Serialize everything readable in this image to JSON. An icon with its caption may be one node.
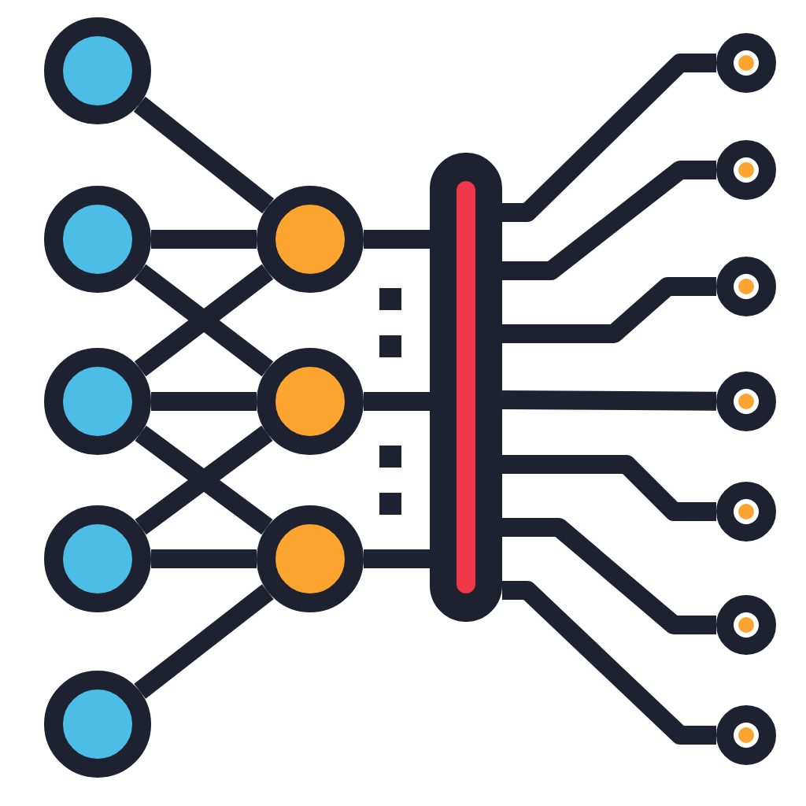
{
  "diagram": {
    "nodes": [
      {
        "text": [],
        "shape": "circle"
      },
      {
        "text": [],
        "shape": "circle"
      },
      {
        "text": [],
        "shape": "circle"
      },
      {
        "text": [],
        "shape": "circle"
      },
      {
        "text": [],
        "shape": "circle"
      },
      {
        "text": [],
        "shape": "circle"
      },
      {
        "text": [],
        "shape": "circle"
      },
      {
        "text": [],
        "shape": "circle"
      },
      {
        "text": [],
        "shape": "bar"
      },
      {
        "text": [],
        "shape": "circle"
      },
      {
        "text": [],
        "shape": "circle"
      },
      {
        "text": [],
        "shape": "circle"
      },
      {
        "text": [],
        "shape": "circle"
      },
      {
        "text": [],
        "shape": "circle"
      },
      {
        "text": [],
        "shape": "circle"
      },
      {
        "text": [],
        "shape": "circle"
      }
    ],
    "edges": [
      {
        "from": 0,
        "to": 5,
        "arrow": "none"
      },
      {
        "from": 1,
        "to": 5,
        "arrow": "none"
      },
      {
        "from": 1,
        "to": 6,
        "arrow": "none"
      },
      {
        "from": 2,
        "to": 5,
        "arrow": "none"
      },
      {
        "from": 2,
        "to": 6,
        "arrow": "none"
      },
      {
        "from": 2,
        "to": 7,
        "arrow": "none"
      },
      {
        "from": 3,
        "to": 6,
        "arrow": "none"
      },
      {
        "from": 3,
        "to": 7,
        "arrow": "none"
      },
      {
        "from": 4,
        "to": 7,
        "arrow": "none"
      },
      {
        "from": 5,
        "to": 8,
        "arrow": "none"
      },
      {
        "from": 6,
        "to": 8,
        "arrow": "none"
      },
      {
        "from": 7,
        "to": 8,
        "arrow": "none"
      },
      {
        "from": 8,
        "to": 9,
        "arrow": "none"
      },
      {
        "from": 8,
        "to": 10,
        "arrow": "none"
      },
      {
        "from": 8,
        "to": 11,
        "arrow": "none"
      },
      {
        "from": 8,
        "to": 12,
        "arrow": "none"
      },
      {
        "from": 8,
        "to": 13,
        "arrow": "none"
      },
      {
        "from": 8,
        "to": 14,
        "arrow": "none"
      },
      {
        "from": 8,
        "to": 15,
        "arrow": "none"
      }
    ]
  }
}
